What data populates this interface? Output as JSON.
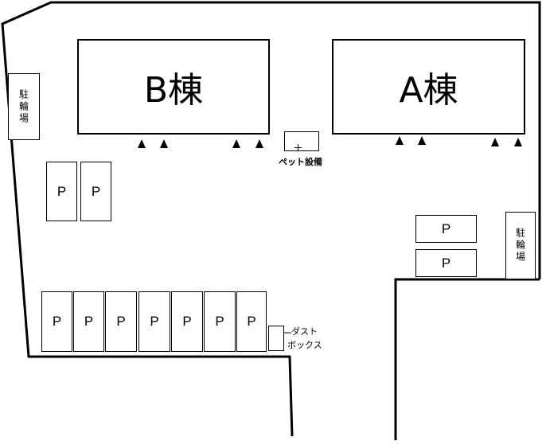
{
  "buildings": [
    {
      "id": "b",
      "label": "B棟"
    },
    {
      "id": "a",
      "label": "A棟"
    }
  ],
  "bicycle_parking": {
    "label": "駐輪場"
  },
  "parking": {
    "label": "P"
  },
  "pet_facility": {
    "label": "ペット設備"
  },
  "dust_box": {
    "line1": "ダスト",
    "line2": "ボックス"
  }
}
